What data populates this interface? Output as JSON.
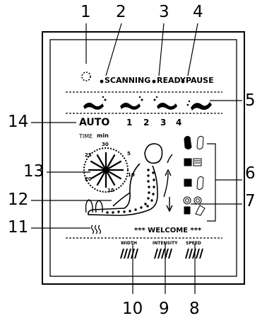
{
  "callouts": [
    "1",
    "2",
    "3",
    "4",
    "5",
    "6",
    "7",
    "8",
    "9",
    "10",
    "11",
    "12",
    "13",
    "14"
  ],
  "status": {
    "scanning": "SCANNING",
    "ready": "READY",
    "pause": "PAUSE"
  },
  "modes": {
    "auto": "AUTO",
    "programs": [
      "1",
      "2",
      "3",
      "4"
    ]
  },
  "timer": {
    "label": "TIME",
    "unit": "min",
    "values": [
      "30",
      "5",
      "10",
      "15",
      "20",
      "25"
    ]
  },
  "welcome": "*** WELCOME ***",
  "bars": {
    "width": "WIDTH",
    "intensity": "INTENSITY",
    "speed": "SPEED"
  },
  "icons": {
    "status_dot": "dot-icon",
    "scan_indicator": "dashed-circle-icon",
    "foot_roller": "foot-massage-icon",
    "airbag": "airbag-icon",
    "heat": "heat-wave-icon",
    "seated_figure": "reclined-body-icon"
  }
}
